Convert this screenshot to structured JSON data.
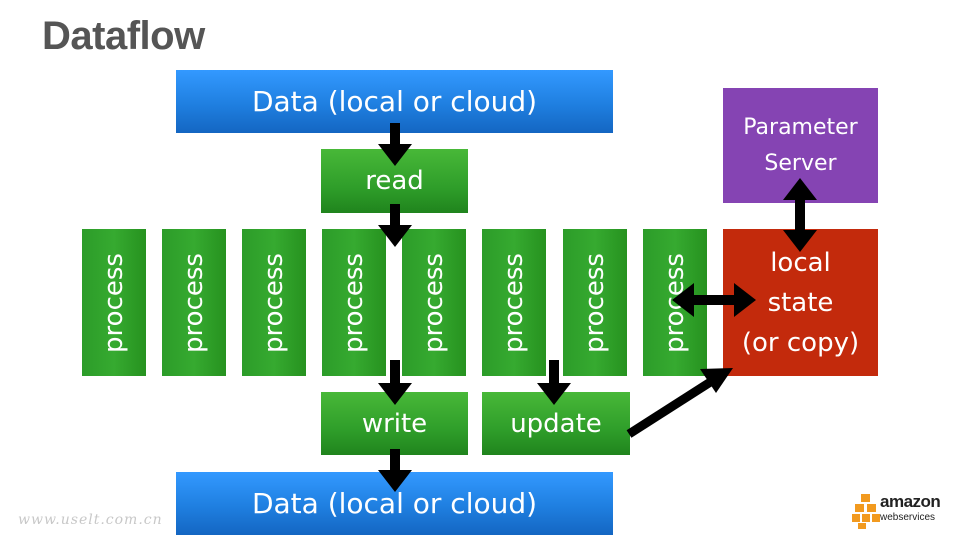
{
  "title": "Dataflow",
  "data_top": "Data (local or cloud)",
  "data_bottom": "Data (local or cloud)",
  "read": "read",
  "write": "write",
  "update": "update",
  "parameter_server": [
    "Parameter",
    "Server"
  ],
  "local_state": [
    "local",
    "state",
    "(or copy)"
  ],
  "processes": [
    "process",
    "process",
    "process",
    "process",
    "process",
    "process",
    "process",
    "process"
  ],
  "watermark": "www.uselt.com.cn",
  "logo": {
    "word": "amazon",
    "sub": "webservices",
    "color": "#f29a1f"
  },
  "colors": {
    "blue": "#1f7fe0",
    "green": "#2f9e2a",
    "purple": "#8544b3",
    "red": "#c32a0c",
    "arrow": "#000000"
  }
}
